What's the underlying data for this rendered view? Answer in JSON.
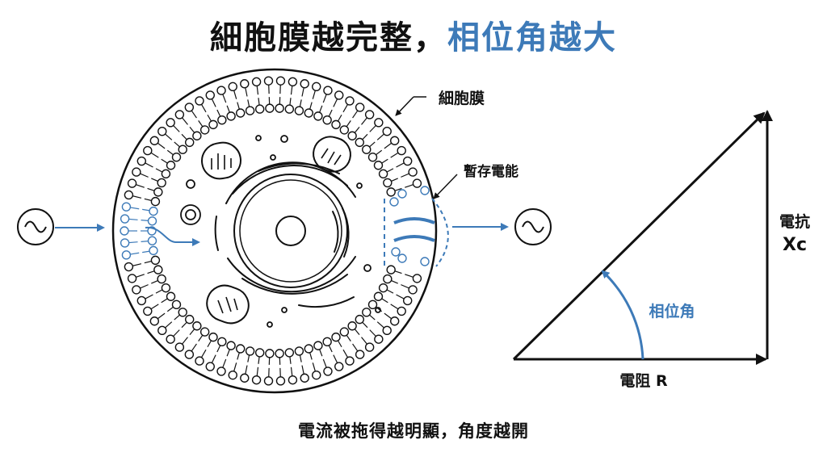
{
  "title": {
    "main": "細胞膜越完整，",
    "accent": "相位角越大"
  },
  "cell_labels": {
    "membrane": "細胞膜",
    "storage": "暫存電能"
  },
  "triangle_labels": {
    "reactance_line1": "電抗",
    "reactance_line2": "Xc",
    "phase": "相位角",
    "resistance": "電阻 R"
  },
  "caption": "電流被拖得越明顯，角度越開",
  "colors": {
    "accent": "#3d7ab8",
    "ink": "#111111"
  }
}
